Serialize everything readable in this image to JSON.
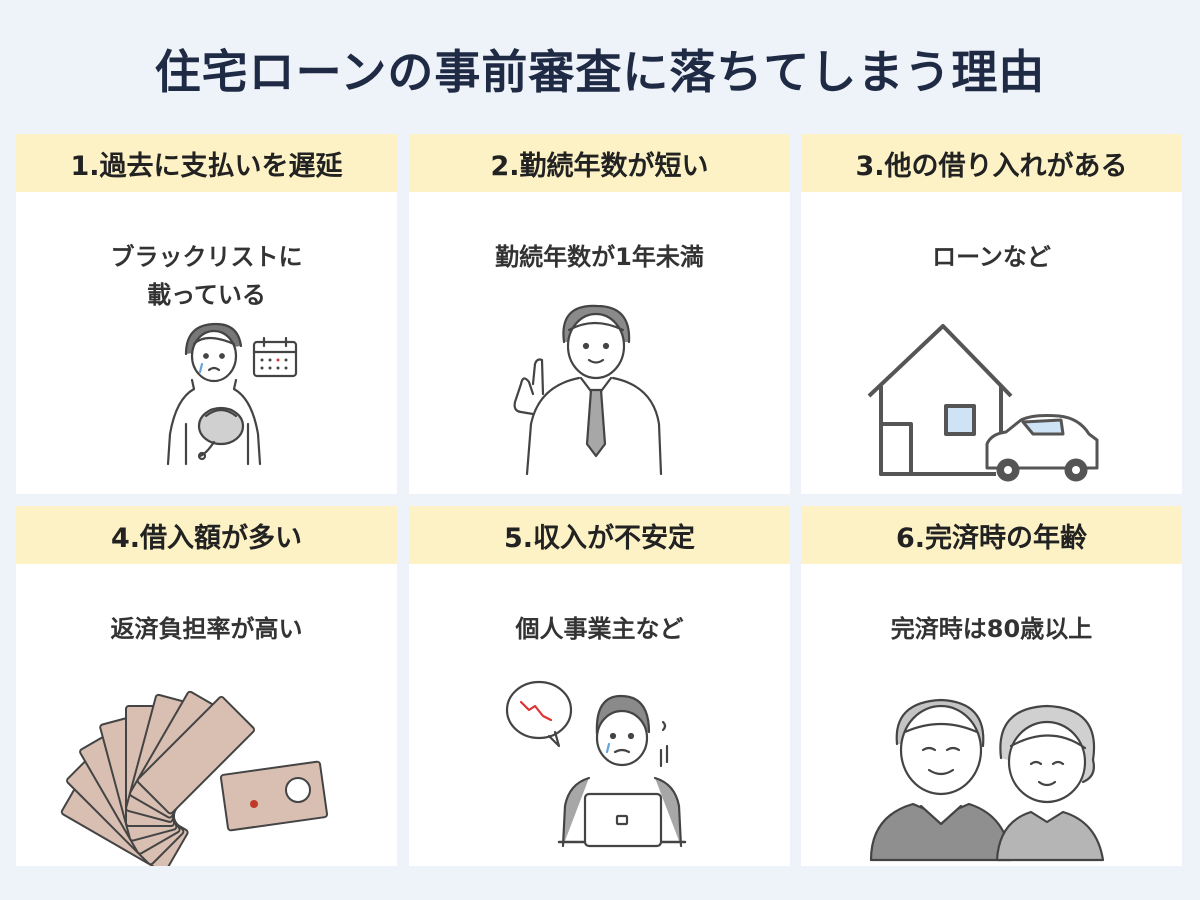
{
  "title": "住宅ローンの事前審査に落ちてしまう理由",
  "cards": [
    {
      "heading": "1.過去に支払いを遅延",
      "desc_lines": [
        "ブラックリストに",
        "載っている"
      ],
      "icon": "person-wallet-calendar-illustration"
    },
    {
      "heading": "2.勤続年数が短い",
      "desc_lines": [
        "勤続年数が1年未満"
      ],
      "icon": "businessman-illustration"
    },
    {
      "heading": "3.他の借り入れがある",
      "desc_lines": [
        "ローンなど"
      ],
      "icon": "house-car-illustration"
    },
    {
      "heading": "4.借入額が多い",
      "desc_lines": [
        "返済負担率が高い"
      ],
      "icon": "banknotes-illustration"
    },
    {
      "heading": "5.収入が不安定",
      "desc_lines": [
        "個人事業主など"
      ],
      "icon": "worried-laptop-person-illustration"
    },
    {
      "heading": "6.完済時の年齢",
      "desc_lines": [
        "完済時は80歳以上"
      ],
      "icon": "elderly-couple-illustration"
    }
  ],
  "colors": {
    "background": "#eef2f9",
    "header_bg": "#fdf2c6",
    "card_bg": "#ffffff",
    "title": "#1f2a44",
    "line_art": "#444444",
    "gray_fill": "#a7a7a7",
    "money_fill": "#d8bfb2"
  }
}
